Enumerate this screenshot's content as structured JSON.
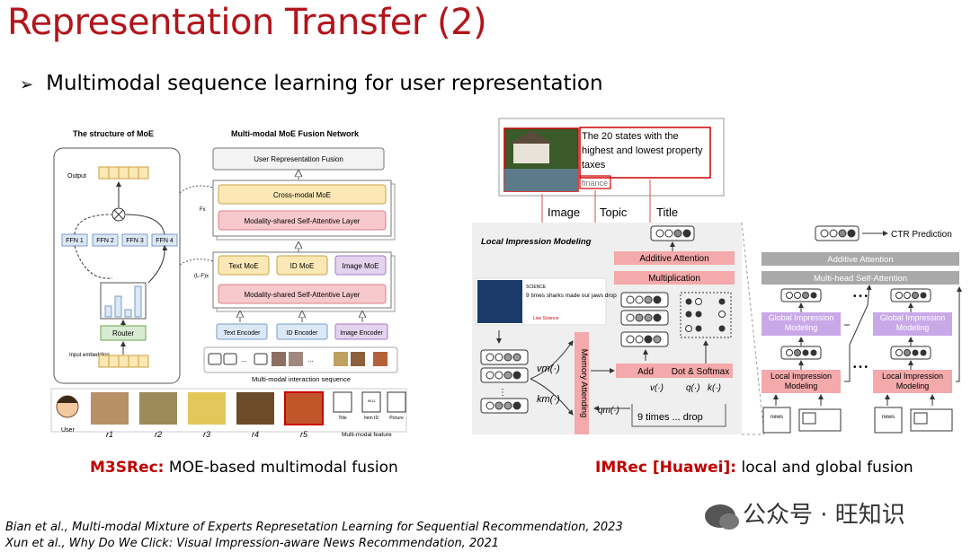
{
  "slide": {
    "title": "Representation Transfer (2)",
    "bullet": "Multimodal sequence learning for user representation"
  },
  "left": {
    "moe_title": "The structure of MoE",
    "fusion_title": "Multi-modal MoE Fusion Network",
    "output": "Output",
    "ffn": [
      "FFN 1",
      "FFN 2",
      "FFN 3",
      "FFN 4"
    ],
    "router": "Router",
    "input_embedding": "Input embedding",
    "user_rep_fusion": "User Representation Fusion",
    "cross_modal_moe": "Cross-modal MoE",
    "shared_layer_1": "Modality-shared Self-Attentive Layer",
    "fx": "Fx",
    "lfx": "(L-F)x",
    "text_moe": "Text MoE",
    "id_moe": "ID MoE",
    "image_moe": "Image MoE",
    "shared_layer_2": "Modality-shared Self-Attentive Layer",
    "text_encoder": "Text Encoder",
    "id_encoder": "ID Encoder",
    "image_encoder": "Image Encoder",
    "dots": "...",
    "interaction_seq": "Multi-modal interaction sequence",
    "user": "User",
    "items": [
      "r1",
      "r2",
      "r3",
      "r4",
      "r5"
    ],
    "feat_labels": [
      "Title",
      "Item ID",
      "Picture"
    ],
    "multimodal_feature": "Multi-modal feature",
    "id_number": "9011"
  },
  "right": {
    "news_title": "The 20 states with the highest and lowest property taxes",
    "news_category": "finance",
    "label_image": "Image",
    "label_topic": "Topic",
    "label_title": "Title",
    "local_modeling": "Local Impression Modeling",
    "thumb_category": "SCIENCE",
    "thumb_text": "9 times sharks made our jaws drop",
    "thumb_source": "Live Science",
    "additive_attention": "Additive Attention",
    "multiplication": "Multiplication",
    "memory_attending": "Memory Attending",
    "add": "Add",
    "dot_softmax": "Dot & Softmax",
    "vm": "vm(·)",
    "km": "km(·)",
    "qm": "qm(·)",
    "v": "v(·)",
    "q": "q(·)",
    "k": "k(·)",
    "seq": "9 times ... drop",
    "ctr": "CTR Prediction",
    "additive_attention_2": "Additive Attention",
    "multihead": "Multi-head Self-Attention",
    "global_modeling": "Global Impression Modeling",
    "local_modeling_short": "Local Impression Modeling",
    "news_icon": "news",
    "ellipsis": "• • •"
  },
  "captions": {
    "left_prefix": "M3SRec:",
    "left_text": " MOE-based multimodal fusion",
    "right_prefix": "IMRec [Huawei]:",
    "right_text": " local and global fusion"
  },
  "references": [
    "Bian et al., Multi-modal Mixture of Experts Represetation Learning for Sequential Recommendation, 2023",
    "Xun et al., Why Do We Click: Visual Impression-aware News Recommendation, 2021"
  ],
  "watermark": "公众号 · 旺知识",
  "colors": {
    "title_red": "#b3141b",
    "caption_red": "#c00000",
    "moe_yellow": "#fbe8b5",
    "layer_pink": "#f7c9cc",
    "node_purple": "#c9a8e8",
    "node_gray": "#a9a9a9",
    "encoder_blue": "#dbe8f5"
  }
}
